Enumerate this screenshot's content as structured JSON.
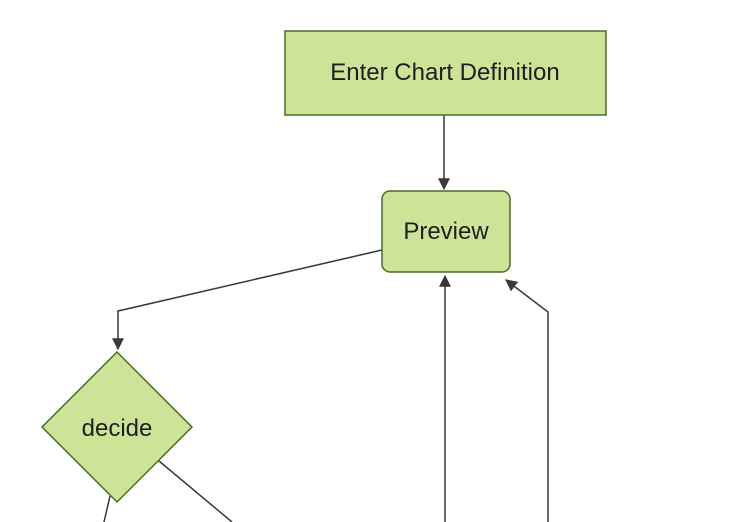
{
  "diagram": {
    "type": "flowchart-top-down",
    "style": {
      "background": "#ffffff",
      "node_fill": "#cde498",
      "node_border": "#466c28",
      "edge_color": "#383838",
      "label_color": "#1f1f1f"
    },
    "nodes": [
      {
        "id": "enter-chart-definition",
        "label": "Enter Chart Definition",
        "shape": "rectangle"
      },
      {
        "id": "preview",
        "label": "Preview",
        "shape": "rounded-rectangle"
      },
      {
        "id": "decide",
        "label": "decide",
        "shape": "diamond"
      }
    ],
    "edges": [
      {
        "from": "enter-chart-definition",
        "to": "preview",
        "arrowhead": true
      },
      {
        "from": "preview",
        "to": "decide",
        "arrowhead": true
      },
      {
        "from": "offscreen-bottom",
        "to": "preview",
        "arrowhead": true
      },
      {
        "from": "offscreen-bottom-right",
        "to": "preview",
        "arrowhead": true
      },
      {
        "from": "decide",
        "to": "offscreen-bottom-left",
        "arrowhead": false
      },
      {
        "from": "decide",
        "to": "offscreen-bottom-right",
        "arrowhead": false
      }
    ]
  }
}
